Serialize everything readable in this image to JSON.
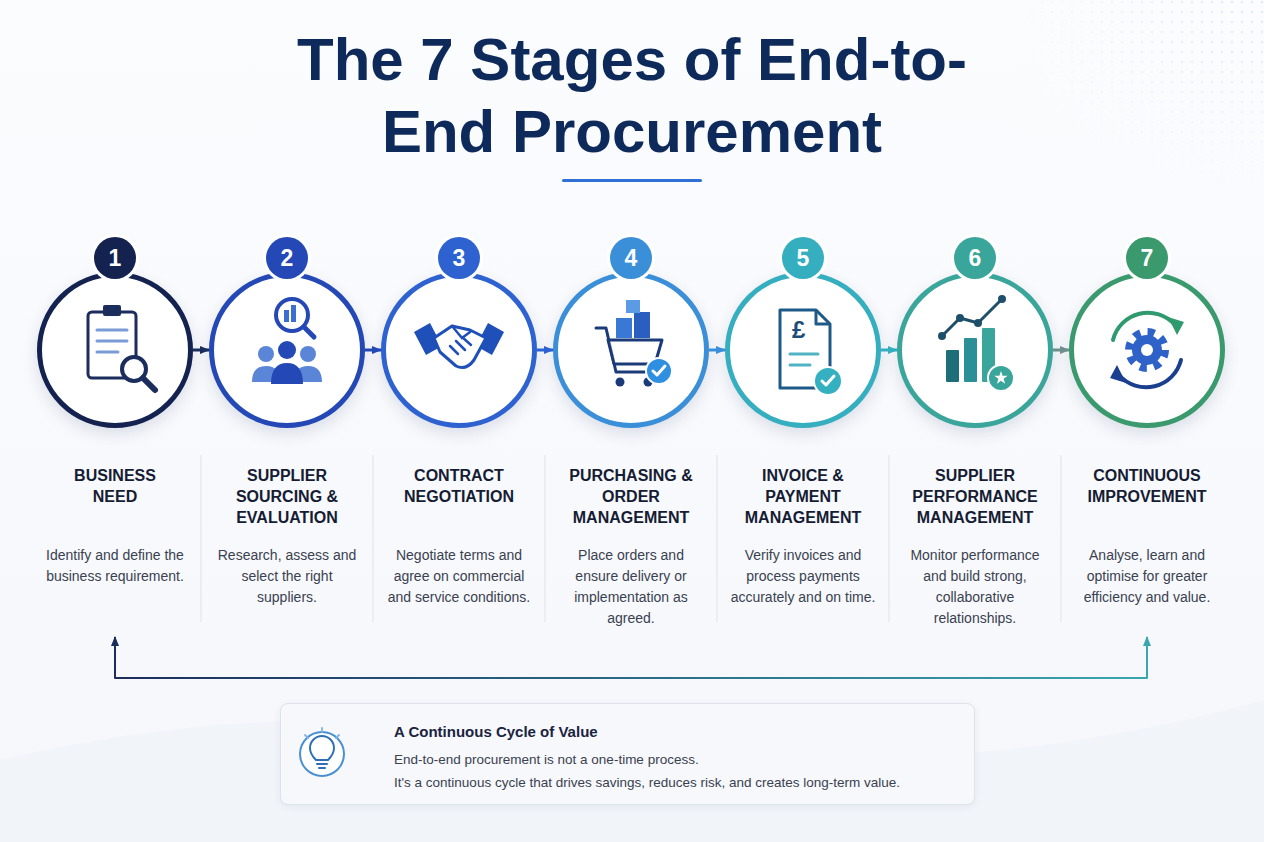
{
  "diagram": {
    "title": "The 7 Stages of End-to-End Procurement",
    "nodes": [
      {
        "text": [
          "1",
          "BUSINESS NEED",
          "Identify and define the business requirement."
        ]
      },
      {
        "text": [
          "2",
          "SUPPLIER SOURCING & EVALUATION",
          "Research, assess and select the right suppliers."
        ]
      },
      {
        "text": [
          "3",
          "CONTRACT NEGOTIATION",
          "Negotiate terms and agree on commercial and service conditions."
        ]
      },
      {
        "text": [
          "4",
          "PURCHASING & ORDER MANAGEMENT",
          "Place orders and ensure delivery or implementation as agreed."
        ]
      },
      {
        "text": [
          "5",
          "INVOICE & PAYMENT MANAGEMENT",
          "Verify invoices and process payments accurately and on time."
        ]
      },
      {
        "text": [
          "6",
          "SUPPLIER PERFORMANCE MANAGEMENT",
          "Monitor performance and build strong, collaborative relationships."
        ]
      },
      {
        "text": [
          "7",
          "CONTINUOUS IMPROVEMENT",
          "Analyse, learn and optimise for greater efficiency and value."
        ]
      },
      {
        "text": [
          "A Continuous Cycle of Value",
          "End-to-end procurement is not a one-time process.",
          "It's a continuous cycle that drives savings, reduces risk, and creates long-term value."
        ]
      }
    ],
    "edges": [
      {
        "from": 0,
        "to": 1,
        "arrow": "to"
      },
      {
        "from": 1,
        "to": 2,
        "arrow": "to"
      },
      {
        "from": 2,
        "to": 3,
        "arrow": "to"
      },
      {
        "from": 3,
        "to": 4,
        "arrow": "to"
      },
      {
        "from": 4,
        "to": 5,
        "arrow": "to"
      },
      {
        "from": 5,
        "to": 6,
        "arrow": "to"
      },
      {
        "from": 6,
        "to": 0,
        "arrow": "both"
      }
    ],
    "labels": [
      "£"
    ]
  }
}
